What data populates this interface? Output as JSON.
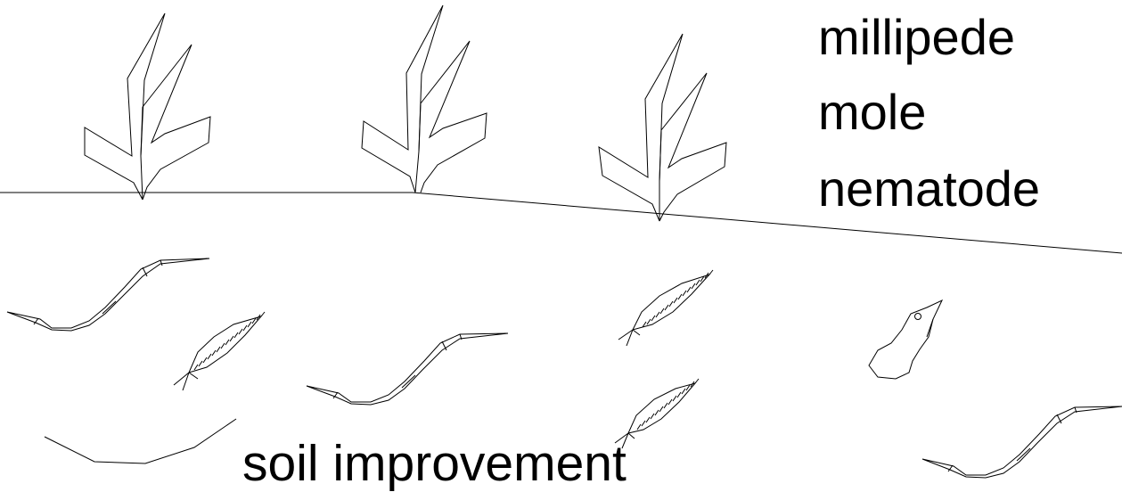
{
  "labels": {
    "millipede": "millipede",
    "mole": "mole",
    "nematode": "nematode",
    "caption": "soil improvement"
  },
  "colors": {
    "background": "#ffffff",
    "ink": "#000000"
  }
}
